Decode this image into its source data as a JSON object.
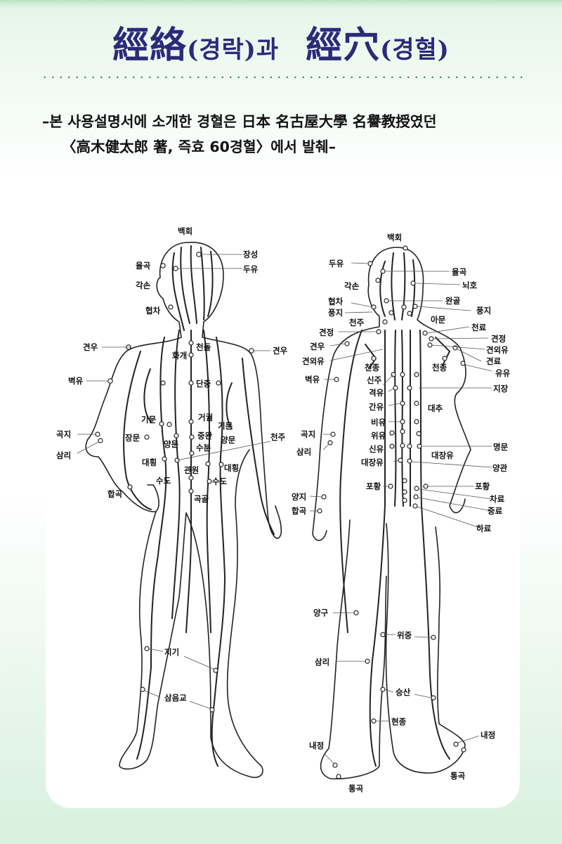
{
  "header": {
    "title_part1_hanja": "經絡",
    "title_part1_hangul": "(경락)과",
    "title_part2_hanja": "經穴",
    "title_part2_hangul": "(경혈)"
  },
  "subtitle": {
    "line1": "–본 사용설명서에 소개한 경혈은 日本 名古屋大學 名譽教授였던",
    "line2": "〈高木健太郎 著, 즉효 60경혈〉에서 발췌–"
  },
  "colors": {
    "title": "#2b2a7a",
    "background_green": "#d8f0de",
    "panel": "#ffffff",
    "dots": "#3c8a5e"
  },
  "front_figure": {
    "labels": {
      "baekhoe": "백회",
      "jangseong": "장성",
      "yulgok": "율곡",
      "duyu": "두유",
      "gakson": "각손",
      "hyeopcha": "협차",
      "gyeonu_l": "견우",
      "gyeonu_r": "견우",
      "cheondol": "천돌",
      "hwagae": "화개",
      "byeokyu": "벽유",
      "danjung": "단중",
      "geogwol": "거궐",
      "gimun_l": "기문",
      "gimun_r": "기문",
      "gokji": "곡지",
      "jangmun": "장문",
      "jungwan": "중완",
      "yangmun_l": "양문",
      "yangmun_r": "양문",
      "cheonju": "천주",
      "samni": "삼리",
      "subun": "수분",
      "daehoeng_l": "대횡",
      "daehoeng_r": "대횡",
      "gwanwon": "관원",
      "sudo_l": "수도",
      "sudo_r": "수도",
      "hapgok": "합곡",
      "gokgol": "곡골",
      "jigi": "지기",
      "sameumgyo": "삼음교"
    }
  },
  "back_figure": {
    "labels": {
      "baekhoe": "백회",
      "duyu": "두유",
      "yulgok": "율곡",
      "gakson": "각손",
      "noeho": "뇌호",
      "hyeopcha": "협차",
      "wangol": "완골",
      "pungji_l": "풍지",
      "pungji_r": "풍지",
      "cheonju": "천주",
      "amun": "아문",
      "cheonryo": "천료",
      "gyeonjeong_l": "견정",
      "gyeonjeong_r": "견정",
      "gyeonu": "견우",
      "gyeonoeyu_l": "견외유",
      "gyeonoeyu_r": "견외유",
      "gyeonryo": "견료",
      "cheonjong_l": "천종",
      "cheonjong_r": "천종",
      "yuyu": "유유",
      "byeokyu": "벽유",
      "sinju": "신주",
      "jijang": "지장",
      "gyeokyu": "격유",
      "daechu": "대추",
      "ganyu": "간유",
      "biyu": "비유",
      "gokji": "곡지",
      "samni_arm": "삼리",
      "wiyu": "위유",
      "myeongmun": "명문",
      "sinyu": "신유",
      "daejangyu_l": "대장유",
      "daejangyu_r": "대장유",
      "yanggwan": "양관",
      "pohwang_l": "포황",
      "pohwang_r": "포황",
      "yangji": "양지",
      "charyo": "차료",
      "hapgok": "합곡",
      "jungryo": "중료",
      "haryo": "하료",
      "yanggu": "양구",
      "wijung": "위중",
      "samni_leg": "삼리",
      "seungsan": "승산",
      "hyeonjong": "현종",
      "naejeong_l": "내정",
      "naejeong_r": "내정",
      "tonggok_l": "통곡",
      "tonggok_r": "통곡"
    }
  }
}
